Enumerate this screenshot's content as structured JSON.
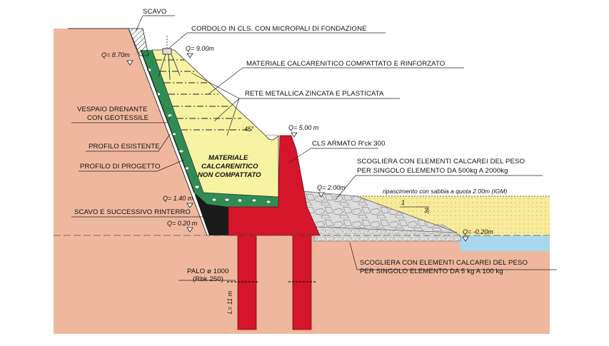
{
  "colors": {
    "ground": "#efb89e",
    "fill_yellow": "#f6f3a3",
    "drain_green": "#2f8d53",
    "concrete_red": "#d4152a",
    "rock_gray": "#d9d9d9",
    "sand": "#f8eb9a",
    "water": "#a9d8ee",
    "excavation_black": "#1a1a1a",
    "line": "#222222"
  },
  "labels": {
    "scavo": "SCAVO",
    "cordolo": "CORDOLO IN CLS. CON MICROPALI DI FONDAZIONE",
    "materiale_compattato": "MATERIALE CALCARENITICO COMPATTATO E RINFORZATO",
    "rete": "RETE  METALLICA ZINCATA E PLASTICATA",
    "vespaio_1": "VESPAIO DRENANTE",
    "vespaio_2": "CON GEOTESSILE",
    "profilo_esistente": "PROFILO ESISTENTE",
    "profilo_progetto": "PROFILO DI PROGETTO",
    "cls_armato": "CLS ARMATO  R'ck 300",
    "scogliera_grande_1": "SCOGLIERA CON ELEMENTI CALCAREI DEL PESO",
    "scogliera_grande_2": "PER SINGOLO ELEMENTO DA 500kg  A 2000kg",
    "ripascimento": "ripascimento con sabbia a quota 2.00m (IGM)",
    "scavo_rinterro": "SCAVO  E  SUCCESSIVO  RINTERRO",
    "materiale_nc_1": "MATERIALE",
    "materiale_nc_2": "CALCARENITICO",
    "materiale_nc_3": "NON COMPATTATO",
    "palo_1": "PALO  ø  1000",
    "palo_2": "(Rbk 250)",
    "palo_len": "L= 11 m",
    "scogliera_piccola_1": "SCOGLIERA CON ELEMENTI CALCAREI DEL PESO",
    "scogliera_piccola_2": "PER SINGOLO ELEMENTO  DA 5 kg  A 100 kg",
    "slope_1": "1",
    "slope_3": "3",
    "angle": "45°"
  },
  "elevations": {
    "q870": "Q= 8.70m",
    "q900": "Q= 9.00m",
    "q500": "Q= 5.00 m",
    "q200": "Q= 2.00m",
    "q140": "Q= 1.40 m",
    "q020": "Q= 0.20 m",
    "qm020": "Q= -0.20m"
  }
}
